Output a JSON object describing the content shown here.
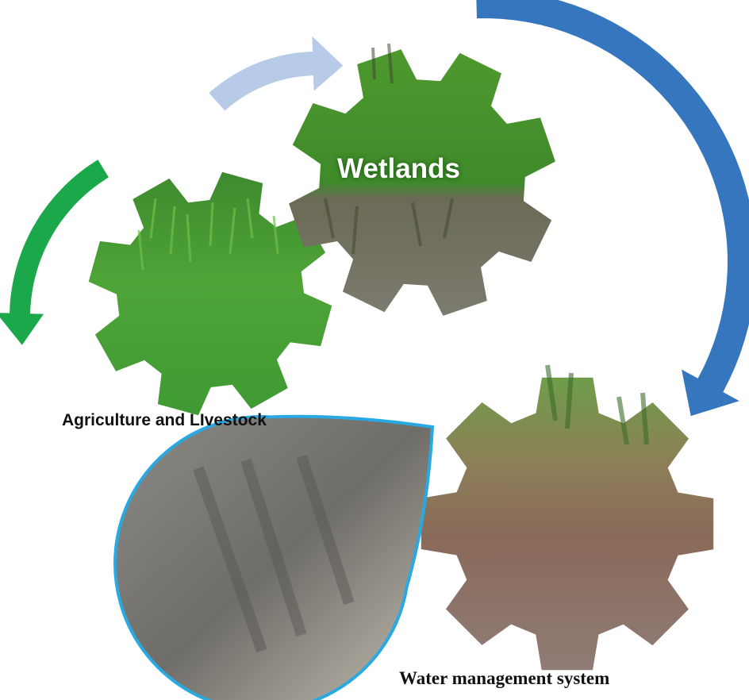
{
  "diagram": {
    "nodes": [
      {
        "id": "wetlands",
        "label": "Wetlands",
        "photo": "wetland-grass-and-water",
        "shape": "gear"
      },
      {
        "id": "agriculture",
        "label": "Agriculture and LIvestock",
        "photo": "green-grass-field",
        "shape": "gear"
      },
      {
        "id": "water",
        "label": "Water management system",
        "photo": "brown-river",
        "shape": "gear"
      },
      {
        "id": "weir",
        "label": "",
        "photo": "concrete-weir-waterfall",
        "shape": "water-drop"
      }
    ],
    "arrows": [
      {
        "from": "agriculture",
        "to": "wetlands",
        "color": "#b7cbe8"
      },
      {
        "from": "wetlands",
        "to": "water",
        "color": "#3576bf"
      },
      {
        "from": "agriculture",
        "to": "outside",
        "color": "#1aa84a"
      }
    ]
  },
  "colors": {
    "arrow_light_blue": "#b7cbe8",
    "arrow_blue": "#3576bf",
    "arrow_green": "#1aa84a",
    "drop_border": "#29a9e1"
  }
}
